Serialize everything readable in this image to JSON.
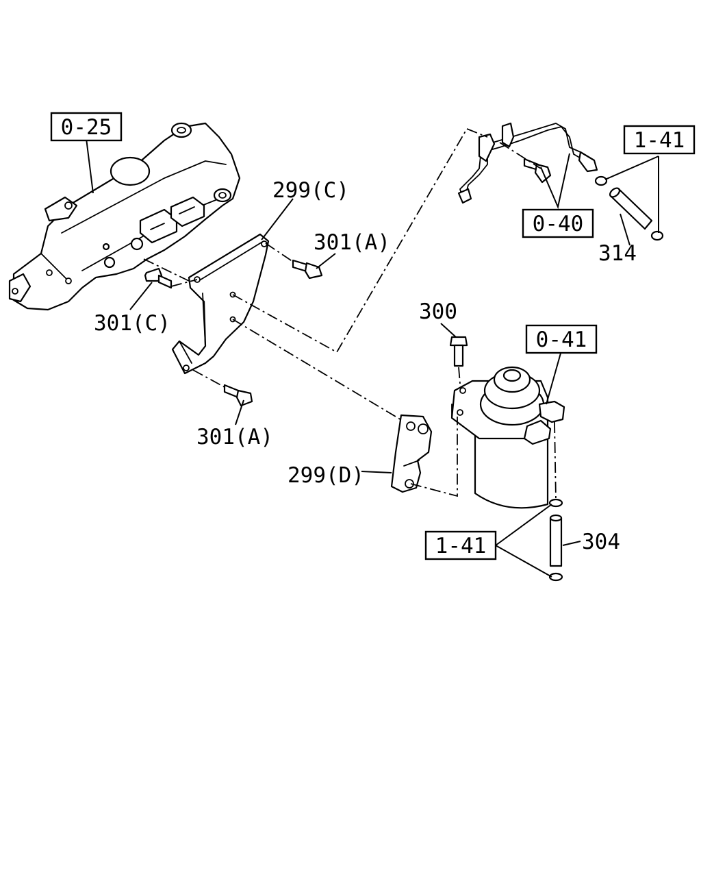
{
  "ref_boxes": {
    "r025": "0-25",
    "r040": "0-40",
    "r041": "0-41",
    "r141_top": "1-41",
    "r141_bottom": "1-41"
  },
  "part_labels": {
    "p299c": "299(C)",
    "p301a_top": "301(A)",
    "p301c": "301(C)",
    "p301a_bottom": "301(A)",
    "p300": "300",
    "p314": "314",
    "p299d": "299(D)",
    "p304": "304"
  }
}
